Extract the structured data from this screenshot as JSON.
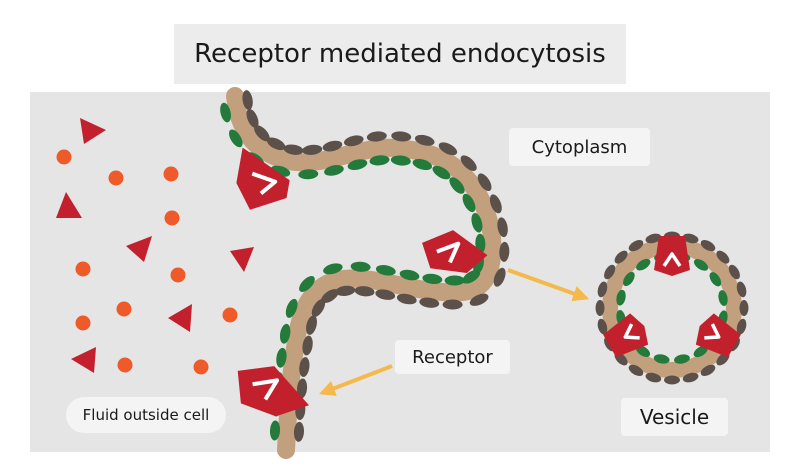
{
  "title": "Receptor mediated endocytosis",
  "labels": {
    "cytoplasm": "Cytoplasm",
    "receptor": "Receptor",
    "fluid": "Fluid outside cell",
    "vesicle": "Vesicle"
  },
  "colors": {
    "panel": "#e5e5e5",
    "membrane_fill": "#c29f7d",
    "membrane_outer": "#5c504b",
    "membrane_inner": "#237a3a",
    "receptor": "#c3202e",
    "ligand_triangle": "#c3202e",
    "ligand_dot": "#ee5a2a",
    "arrow": "#f5b84a"
  }
}
